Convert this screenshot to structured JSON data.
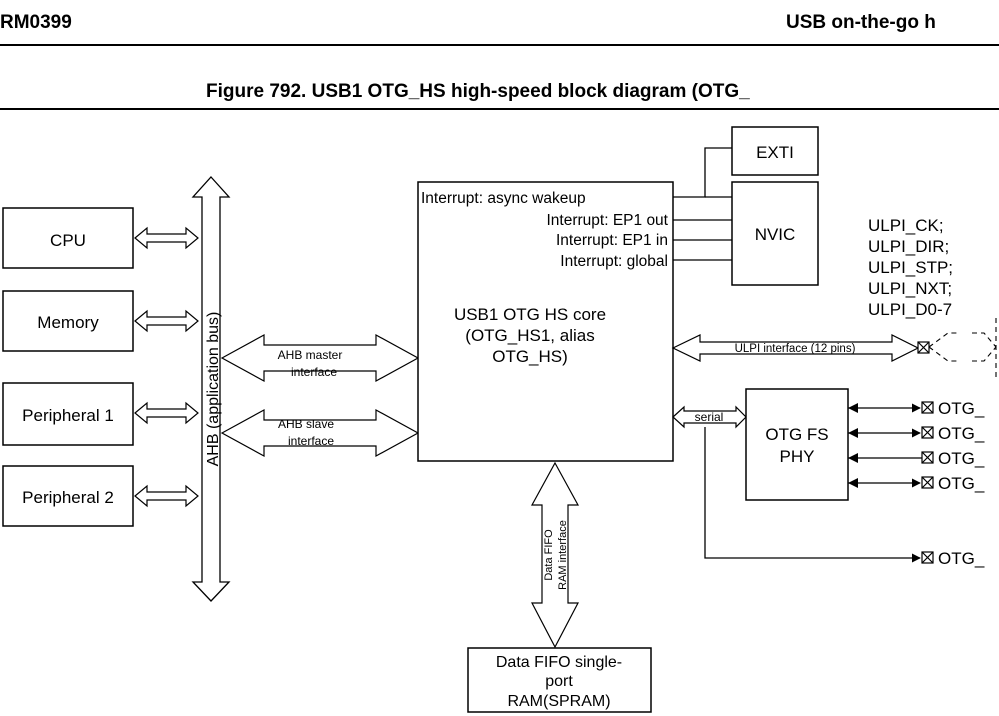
{
  "header": {
    "doc_id": "RM0399",
    "section": "USB on-the-go h"
  },
  "figure_title": "Figure 792. USB1 OTG_HS high-speed block diagram (OTG_",
  "blocks": {
    "cpu": "CPU",
    "memory": "Memory",
    "peripheral1": "Peripheral 1",
    "peripheral2": "Peripheral 2",
    "ahb_bus": "AHB (application bus)",
    "ahb_master": [
      "AHB master",
      "interface"
    ],
    "ahb_slave": [
      "AHB slave",
      "interface"
    ],
    "core_interrupts": [
      "Interrupt: async wakeup",
      "Interrupt: EP1 out",
      "Interrupt: EP1 in",
      "Interrupt: global"
    ],
    "core_name": [
      "USB1 OTG HS core",
      "(OTG_HS1, alias",
      "OTG_HS)"
    ],
    "exti": "EXTI",
    "nvic": "NVIC",
    "ulpi_signals": [
      "ULPI_CK;",
      "ULPI_DIR;",
      "ULPI_STP;",
      "ULPI_NXT;",
      "ULPI_D0-7"
    ],
    "ulpi_interface": "ULPI interface (12 pins)",
    "serial": "serial",
    "phy": [
      "OTG FS",
      "PHY"
    ],
    "phy_pins": [
      "OTG_",
      "OTG_",
      "OTG_",
      "OTG_"
    ],
    "extra_pin": "OTG_",
    "ram_interface": [
      "Data FIFO",
      "RAM interface"
    ],
    "spram": [
      "Data FIFO single-",
      "port",
      "RAM(SPRAM)"
    ]
  }
}
